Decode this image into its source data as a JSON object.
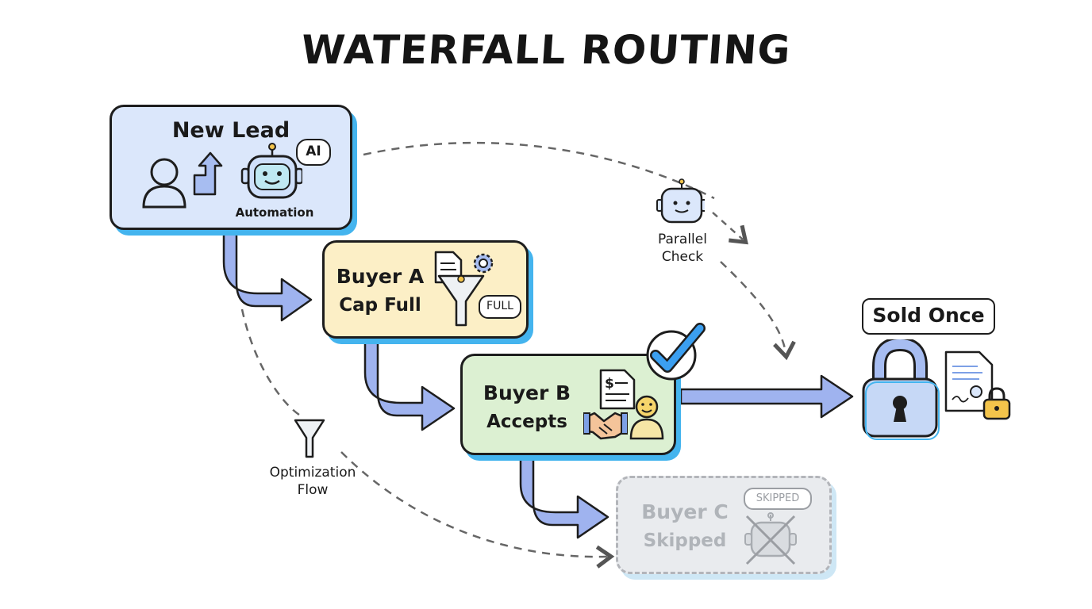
{
  "title": "WATERFALL ROUTING",
  "nodes": {
    "new_lead": {
      "title": "New Lead",
      "caption": "Automation",
      "bubble": "AI"
    },
    "buyer_a": {
      "line1": "Buyer A",
      "line2": "Cap Full",
      "bubble": "FULL"
    },
    "buyer_b": {
      "line1": "Buyer B",
      "line2": "Accepts"
    },
    "buyer_c": {
      "line1": "Buyer C",
      "line2": "Skipped",
      "bubble": "SKIPPED"
    },
    "sold": {
      "label": "Sold Once"
    }
  },
  "annotations": {
    "parallel_line1": "Parallel",
    "parallel_line2": "Check",
    "optimization_line1": "Optimization",
    "optimization_line2": "Flow"
  },
  "icons": {
    "new_lead": [
      "user-icon",
      "up-arrow-icon",
      "robot-icon"
    ],
    "buyer_a": [
      "document-icon",
      "gear-icon",
      "funnel-icon"
    ],
    "buyer_b": [
      "invoice-icon",
      "handshake-icon",
      "smiley-user-icon",
      "checkmark-icon"
    ],
    "buyer_c": [
      "crossed-robot-icon"
    ],
    "sold": [
      "padlock-icon",
      "certificate-icon",
      "small-lock-icon"
    ],
    "annotations": [
      "robot-icon",
      "funnel-icon"
    ]
  },
  "colors": {
    "new_lead_fill": "#dbe7fb",
    "buyer_a_fill": "#fcefc6",
    "buyer_b_fill": "#dcf0d2",
    "buyer_c_fill": "#e6e8ec",
    "arrow_fill": "#9fb3ef",
    "shadow_accent": "#44b4ee",
    "lock_fill": "#c6d8f6"
  }
}
